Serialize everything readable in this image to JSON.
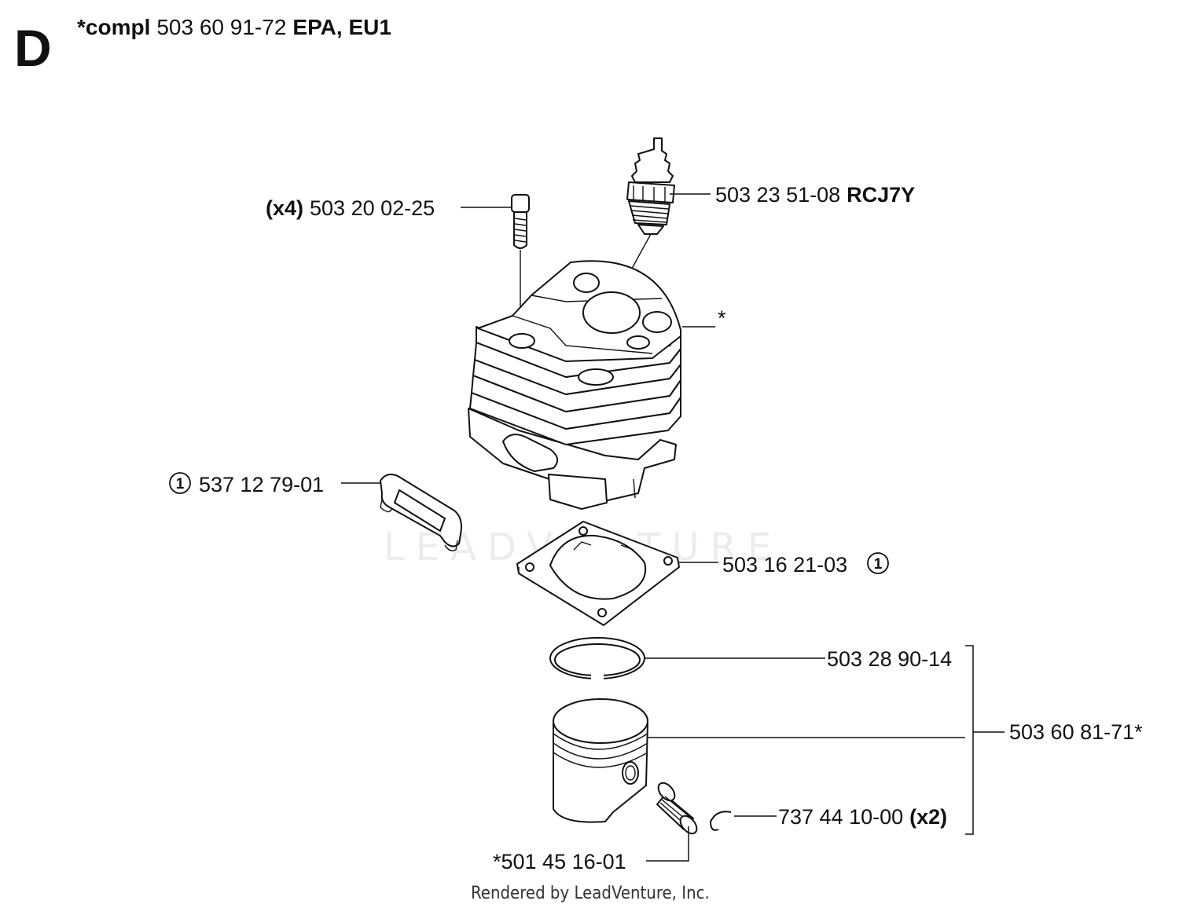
{
  "header": {
    "section_letter": "D",
    "prefix_bold": "*compl",
    "part_number": "503 60 91-72",
    "suffix_bold": "EPA, EU1"
  },
  "watermark": "LEADVENTURE",
  "footer": "Rendered by LeadVenture, Inc.",
  "callouts": {
    "screw": {
      "qty": "(x4)",
      "number": "503 20 02-25"
    },
    "spark_plug": {
      "number": "503 23 51-08",
      "type": "RCJ7Y"
    },
    "cylinder": {
      "marker": "*"
    },
    "intake_gasket": {
      "ref": "1",
      "number": "537 12 79-01"
    },
    "base_gasket": {
      "number": "503 16 21-03",
      "ref": "1"
    },
    "piston_ring": {
      "number": "503 28 90-14"
    },
    "piston_kit": {
      "number": "503 60 81-71*"
    },
    "circlip": {
      "number": "737 44 10-00",
      "qty": "(x2)"
    },
    "needle_bearing": {
      "number": "*501 45 16-01"
    }
  }
}
